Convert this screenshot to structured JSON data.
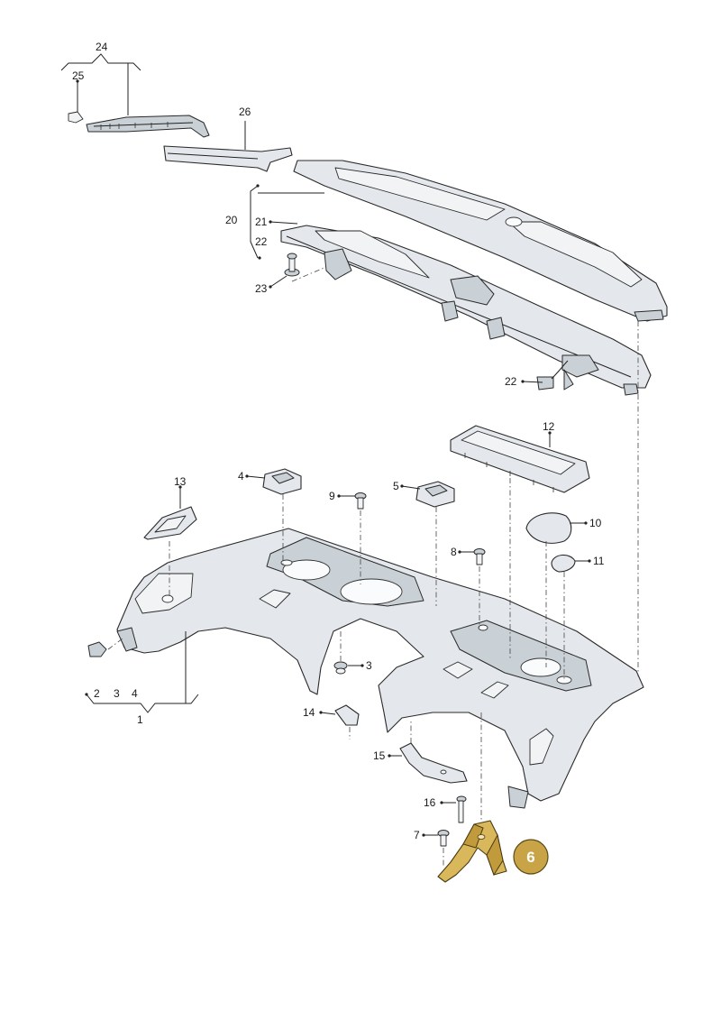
{
  "callouts": {
    "c1": "1",
    "c2": "2",
    "c3": "3",
    "c3b": "3",
    "c4": "4",
    "c4b": "4",
    "c5": "5",
    "c7": "7",
    "c8": "8",
    "c9": "9",
    "c10": "10",
    "c11": "11",
    "c12": "12",
    "c13": "13",
    "c14": "14",
    "c15": "15",
    "c16": "16",
    "c20": "20",
    "c21": "21",
    "c22": "22",
    "c22b": "22",
    "c23": "23",
    "c24": "24",
    "c25": "25",
    "c26": "26"
  },
  "highlight": {
    "label": "6",
    "color": "#c9a447"
  }
}
